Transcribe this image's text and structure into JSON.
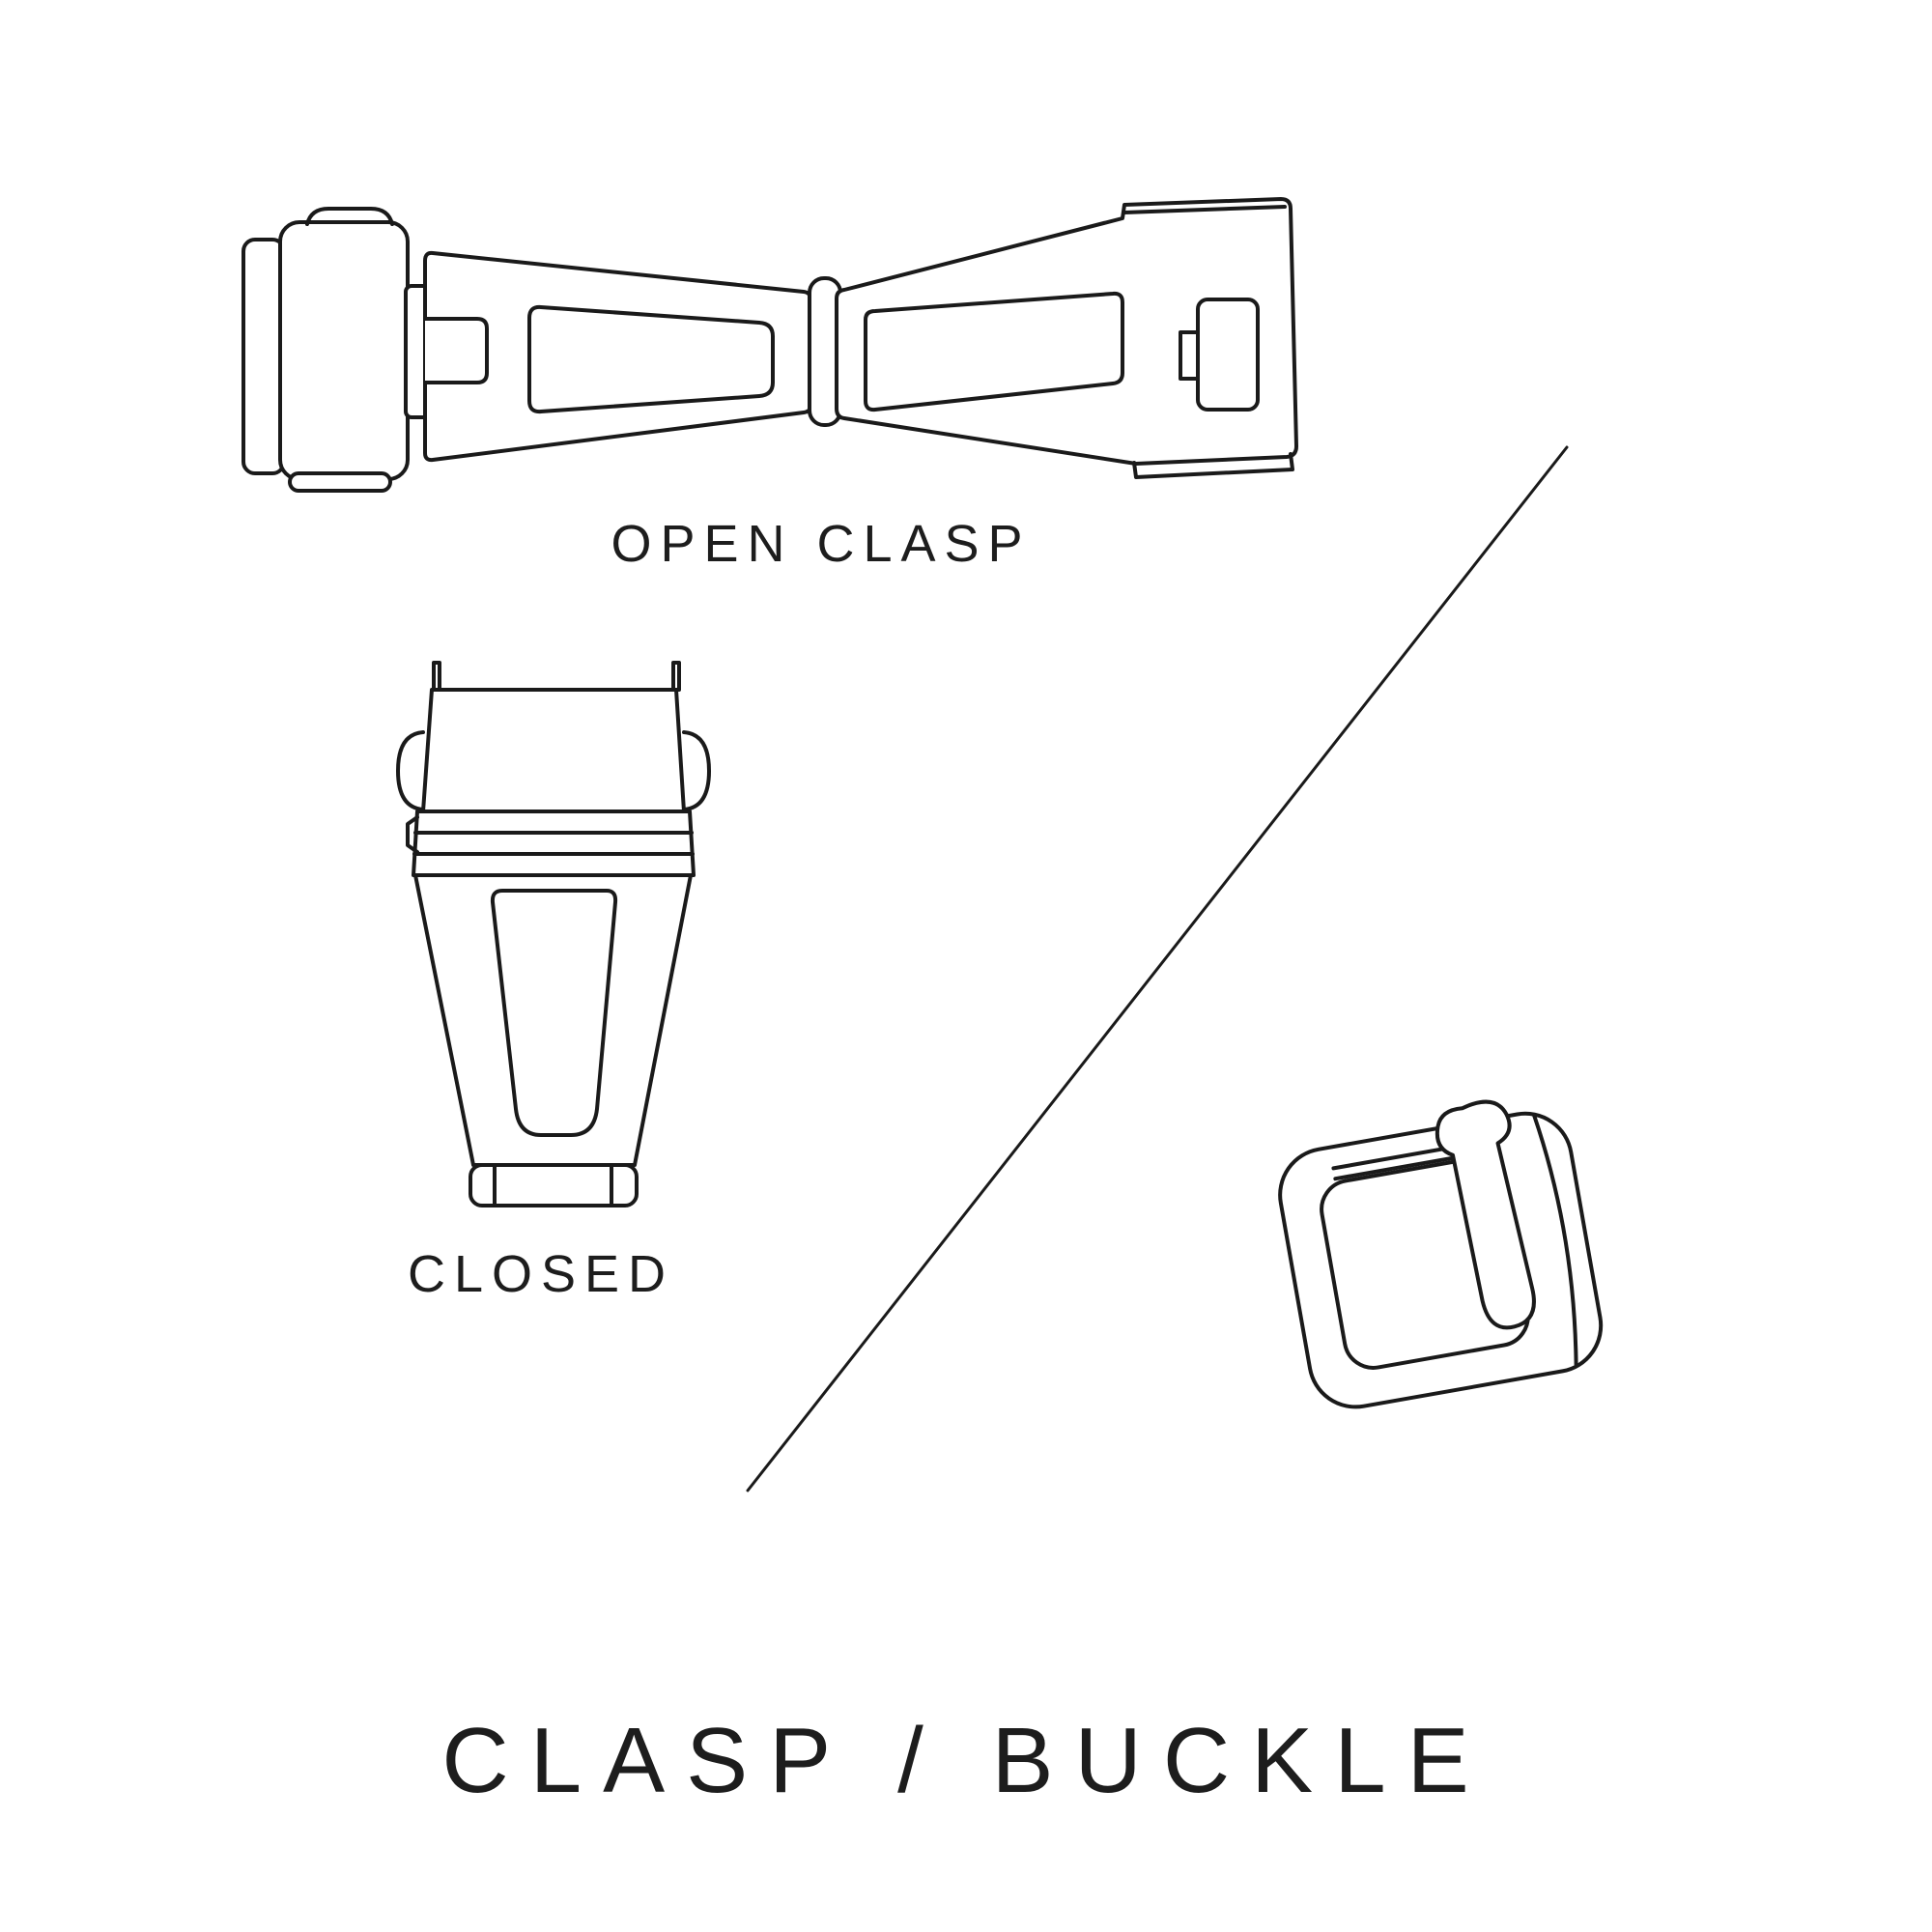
{
  "page": {
    "background_color": "#ffffff",
    "line_color": "#1a1a1a",
    "text_color": "#1d1d1d"
  },
  "diagram": {
    "title": "CLASP / BUCKLE",
    "labels": {
      "open_clasp": "OPEN CLASP",
      "closed": "CLOSED"
    },
    "illustrations": [
      {
        "name": "open-clasp",
        "caption": "OPEN CLASP"
      },
      {
        "name": "closed-clasp",
        "caption": "CLOSED"
      },
      {
        "name": "tang-buckle",
        "caption": ""
      }
    ]
  }
}
